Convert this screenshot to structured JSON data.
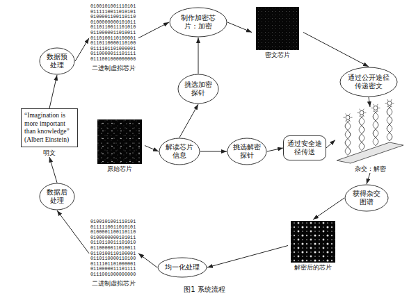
{
  "diagram": {
    "caption": "图1 系统流程",
    "nodes": [
      {
        "text": [
          "0100101001110101 0111110011010101 0100001100110110 0100000000101011 0110110011101010 0110000011010011 0110100110100001 0110110000110100 0111101101000001 0110000011101111 0111001000000000",
          "二进制虚拟芯片"
        ]
      },
      {
        "text": [
          "制作加密芯片：加密"
        ]
      },
      {
        "text": [
          "密文芯片"
        ]
      },
      {
        "text": [
          "数据预处理"
        ]
      },
      {
        "text": [
          "挑选加密探针"
        ]
      },
      {
        "text": [
          "通过公开途径传递密文"
        ]
      },
      {
        "text": [
          "“Imagination is more important than knowledge” (Albert Einstein)",
          "明文"
        ]
      },
      {
        "text": [
          "原始芯片"
        ]
      },
      {
        "text": [
          "解读芯片信息"
        ]
      },
      {
        "text": [
          "挑选解密探针"
        ]
      },
      {
        "text": [
          "通过安全途径传送"
        ]
      },
      {
        "text": [
          "杂交：解密"
        ]
      },
      {
        "text": [
          "数据后处理"
        ]
      },
      {
        "text": [
          "获得杂交图谱"
        ]
      },
      {
        "text": [
          "解密后的芯片"
        ]
      },
      {
        "text": [
          "0100101001110101 0111110011010101 0100001100110110 0100000000101011 0110110011101010 0110000011010011 0110100110100001 0110110000110100 0111101101000001 0110000011101111 0111001000000000",
          "二进制虚拟芯片"
        ]
      },
      {
        "text": [
          "均一化处理"
        ]
      }
    ],
    "edges": [
      {
        "from": 6,
        "to": 3,
        "arrow": "to"
      },
      {
        "from": 3,
        "to": 0,
        "arrow": "to"
      },
      {
        "from": 0,
        "to": 1,
        "arrow": "to"
      },
      {
        "from": 1,
        "to": 2,
        "arrow": "to"
      },
      {
        "from": 4,
        "to": 1,
        "arrow": "to"
      },
      {
        "from": 2,
        "to": 5,
        "arrow": "to"
      },
      {
        "from": 8,
        "to": 4,
        "arrow": "to"
      },
      {
        "from": 7,
        "to": 8,
        "arrow": "to"
      },
      {
        "from": 8,
        "to": 9,
        "arrow": "to"
      },
      {
        "from": 9,
        "to": 10,
        "arrow": "to"
      },
      {
        "from": 5,
        "to": 11,
        "arrow": "to"
      },
      {
        "from": 10,
        "to": 11,
        "arrow": "to"
      },
      {
        "from": 11,
        "to": 13,
        "arrow": "to"
      },
      {
        "from": 13,
        "to": 14,
        "arrow": "to"
      },
      {
        "from": 14,
        "to": 16,
        "arrow": "to"
      },
      {
        "from": 16,
        "to": 15,
        "arrow": "to"
      },
      {
        "from": 15,
        "to": 12,
        "arrow": "to"
      },
      {
        "from": 12,
        "to": 6,
        "arrow": "to"
      }
    ]
  }
}
